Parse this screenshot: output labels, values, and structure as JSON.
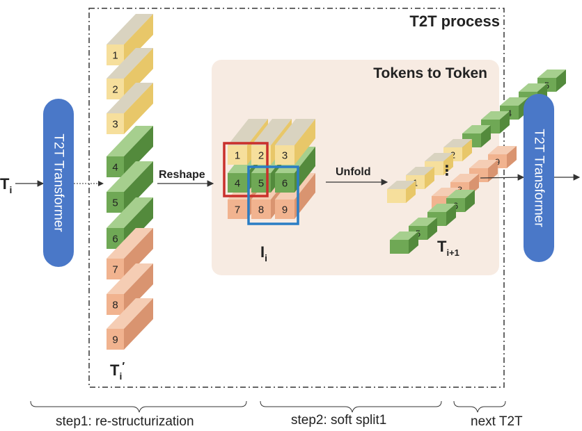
{
  "title": "T2T process",
  "subtitle": "Tokens to Token",
  "input_token": {
    "base": "T",
    "sub": "i"
  },
  "transformer_left": "T2T Transformer",
  "transformer_right": "T2T Transformer",
  "tokens_label": {
    "base": "T",
    "sub": "i",
    "prime": "′"
  },
  "reshape_label": "Reshape",
  "image_label": {
    "base": "I",
    "sub": "i"
  },
  "unfold_label": "Unfold",
  "output_label": {
    "base": "T",
    "sub": "i+1"
  },
  "ellipsis": "⋮",
  "token_numbers": [
    "1",
    "2",
    "3",
    "4",
    "5",
    "6",
    "7",
    "8",
    "9"
  ],
  "unfold_top_numbers": [
    "1",
    "2",
    "4",
    "5"
  ],
  "unfold_mid_numbers": [
    "8",
    "9"
  ],
  "unfold_bot_numbers": [
    "5",
    "6"
  ],
  "steps": {
    "step1": "step1: re-structurization",
    "step2": "step2: soft split1",
    "step3": "next T2T"
  },
  "colors": {
    "yellow": "#f6df9c",
    "yellow_dark": "#e8c769",
    "yellow_shade": "#d9d3c0",
    "green": "#6fa855",
    "green_dark": "#538a3c",
    "green_shade": "#a6cf8e",
    "orange": "#f1b38f",
    "orange_dark": "#d99470",
    "orange_shade": "#f5cdb4",
    "blue_pill": "#4a78c8",
    "red_box": "#c9302c",
    "blue_box": "#2a7dc4",
    "panel": "#f7ebe2"
  }
}
